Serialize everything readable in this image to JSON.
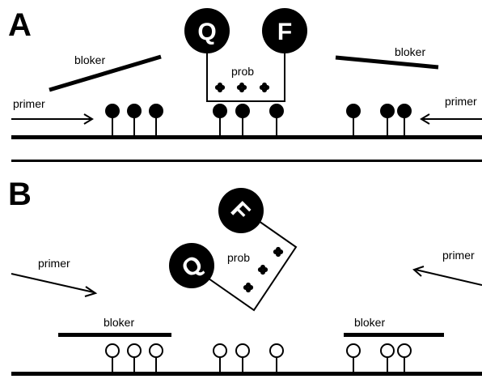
{
  "panels": [
    {
      "letter": "A",
      "labels": {
        "primer_left": "primer",
        "primer_right": "primer",
        "bloker_left": "bloker",
        "bloker_right": "bloker",
        "probe": "prob",
        "quencher": "Q",
        "fluorophore": "F"
      }
    },
    {
      "letter": "B",
      "labels": {
        "primer_left": "primer",
        "primer_right": "primer",
        "bloker_left": "bloker",
        "bloker_right": "bloker",
        "probe": "prob",
        "quencher": "Q",
        "fluorophore": "F"
      }
    }
  ]
}
